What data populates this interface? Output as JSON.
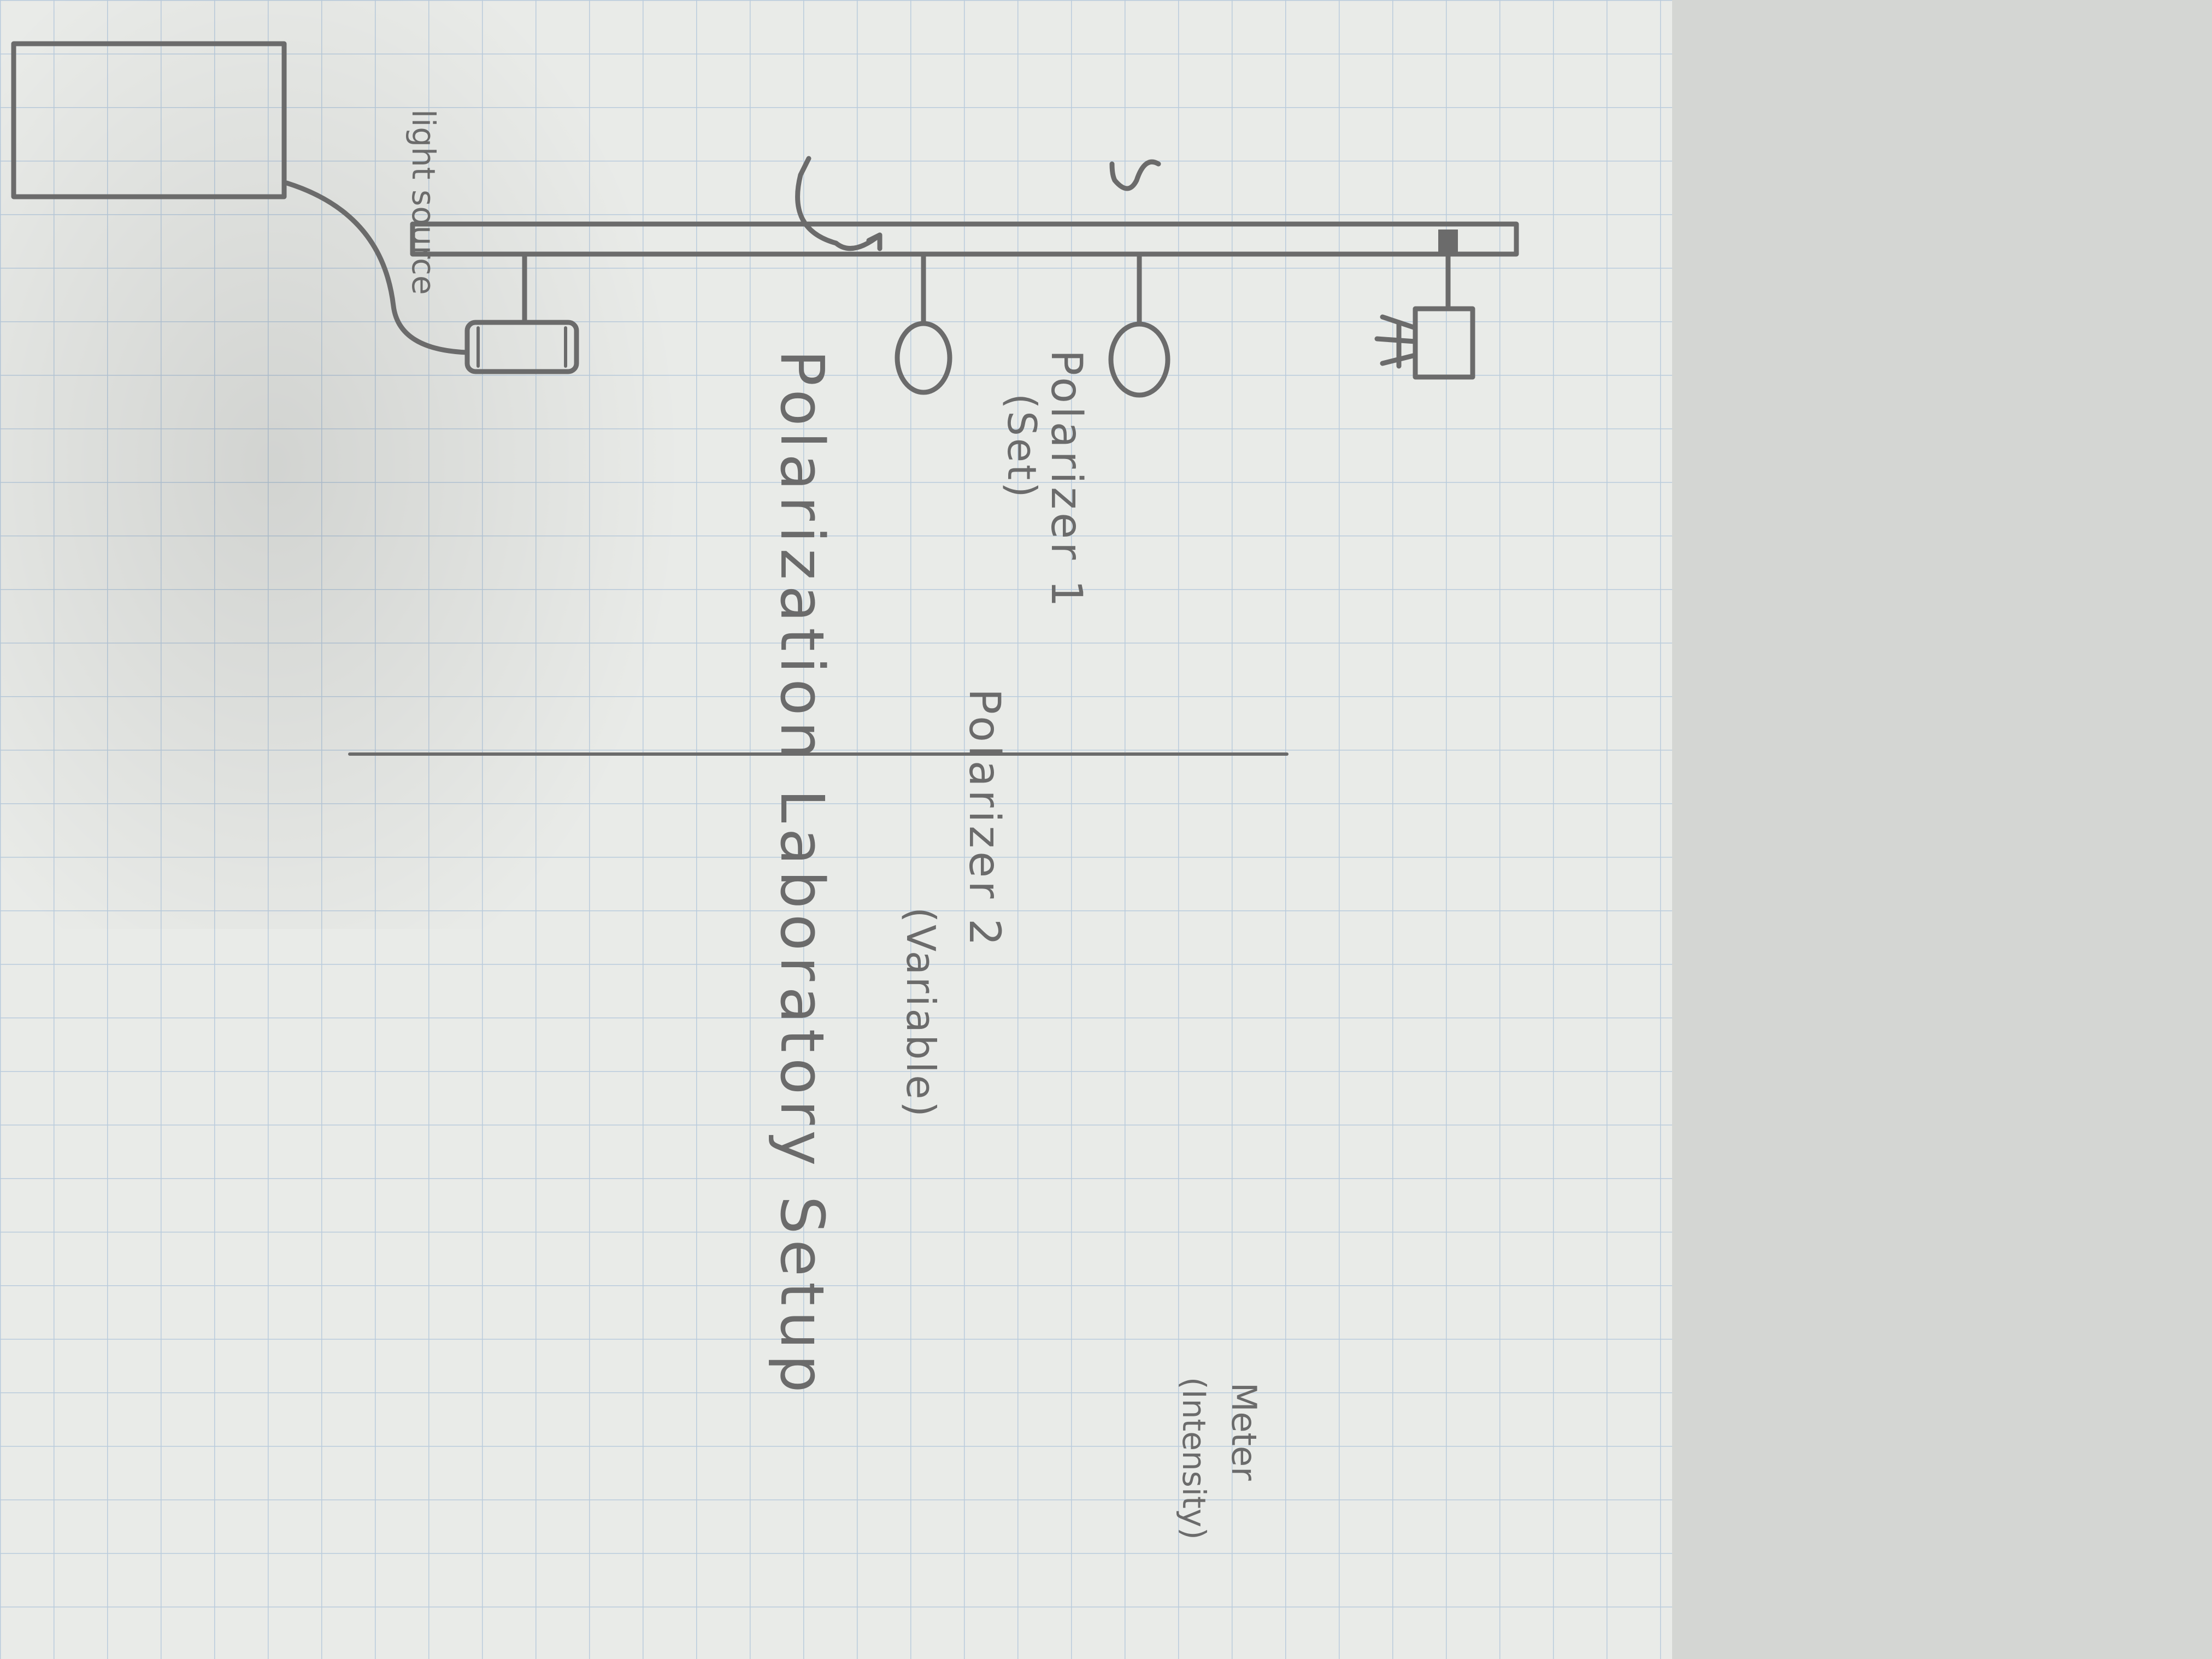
{
  "diagram": {
    "title": "Polarization Laboratory Setup",
    "components": {
      "light_source": {
        "label": "light source"
      },
      "polarizer_1": {
        "label": "Polarizer 1",
        "note": "(Set)"
      },
      "polarizer_2": {
        "label": "Polarizer 2",
        "note": "(Variable)"
      },
      "meter": {
        "label": "Meter",
        "note": "(Intensity)"
      }
    }
  },
  "colors": {
    "paper": "#e9ebe8",
    "grid": "#b9cbdc",
    "pencil": "#6b6b6b",
    "desk": "#d4d6d3"
  }
}
